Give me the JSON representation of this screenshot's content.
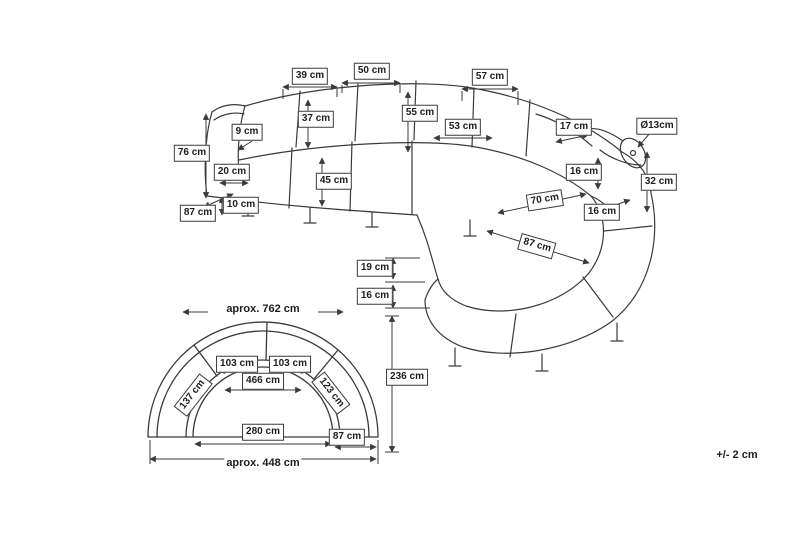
{
  "colors": {
    "line": "#3a3a3a",
    "background": "#ffffff"
  },
  "tolerance_note": "+/- 2 cm",
  "dims": {
    "w39": "39 cm",
    "w50": "50 cm",
    "w57": "57 cm",
    "h37": "37 cm",
    "h55": "55 cm",
    "w9": "9 cm",
    "w53": "53 cm",
    "w17": "17 cm",
    "dia13": "Ø13cm",
    "h76": "76 cm",
    "w20": "20 cm",
    "h45": "45 cm",
    "g16a": "16 cm",
    "h32": "32 cm",
    "d87_left": "87 cm",
    "leg10": "10 cm",
    "w70": "70 cm",
    "g16b": "16 cm",
    "d87_seat": "87 cm",
    "h19": "19 cm",
    "h16": "16 cm",
    "arc762": "aprox. 762 cm",
    "seg103a": "103 cm",
    "seg103b": "103 cm",
    "arc466": "466 cm",
    "seg137": "137 cm",
    "seg123": "123 cm",
    "inner280": "280 cm",
    "depth87": "87 cm",
    "total448": "aprox. 448 cm",
    "h236": "236 cm"
  }
}
